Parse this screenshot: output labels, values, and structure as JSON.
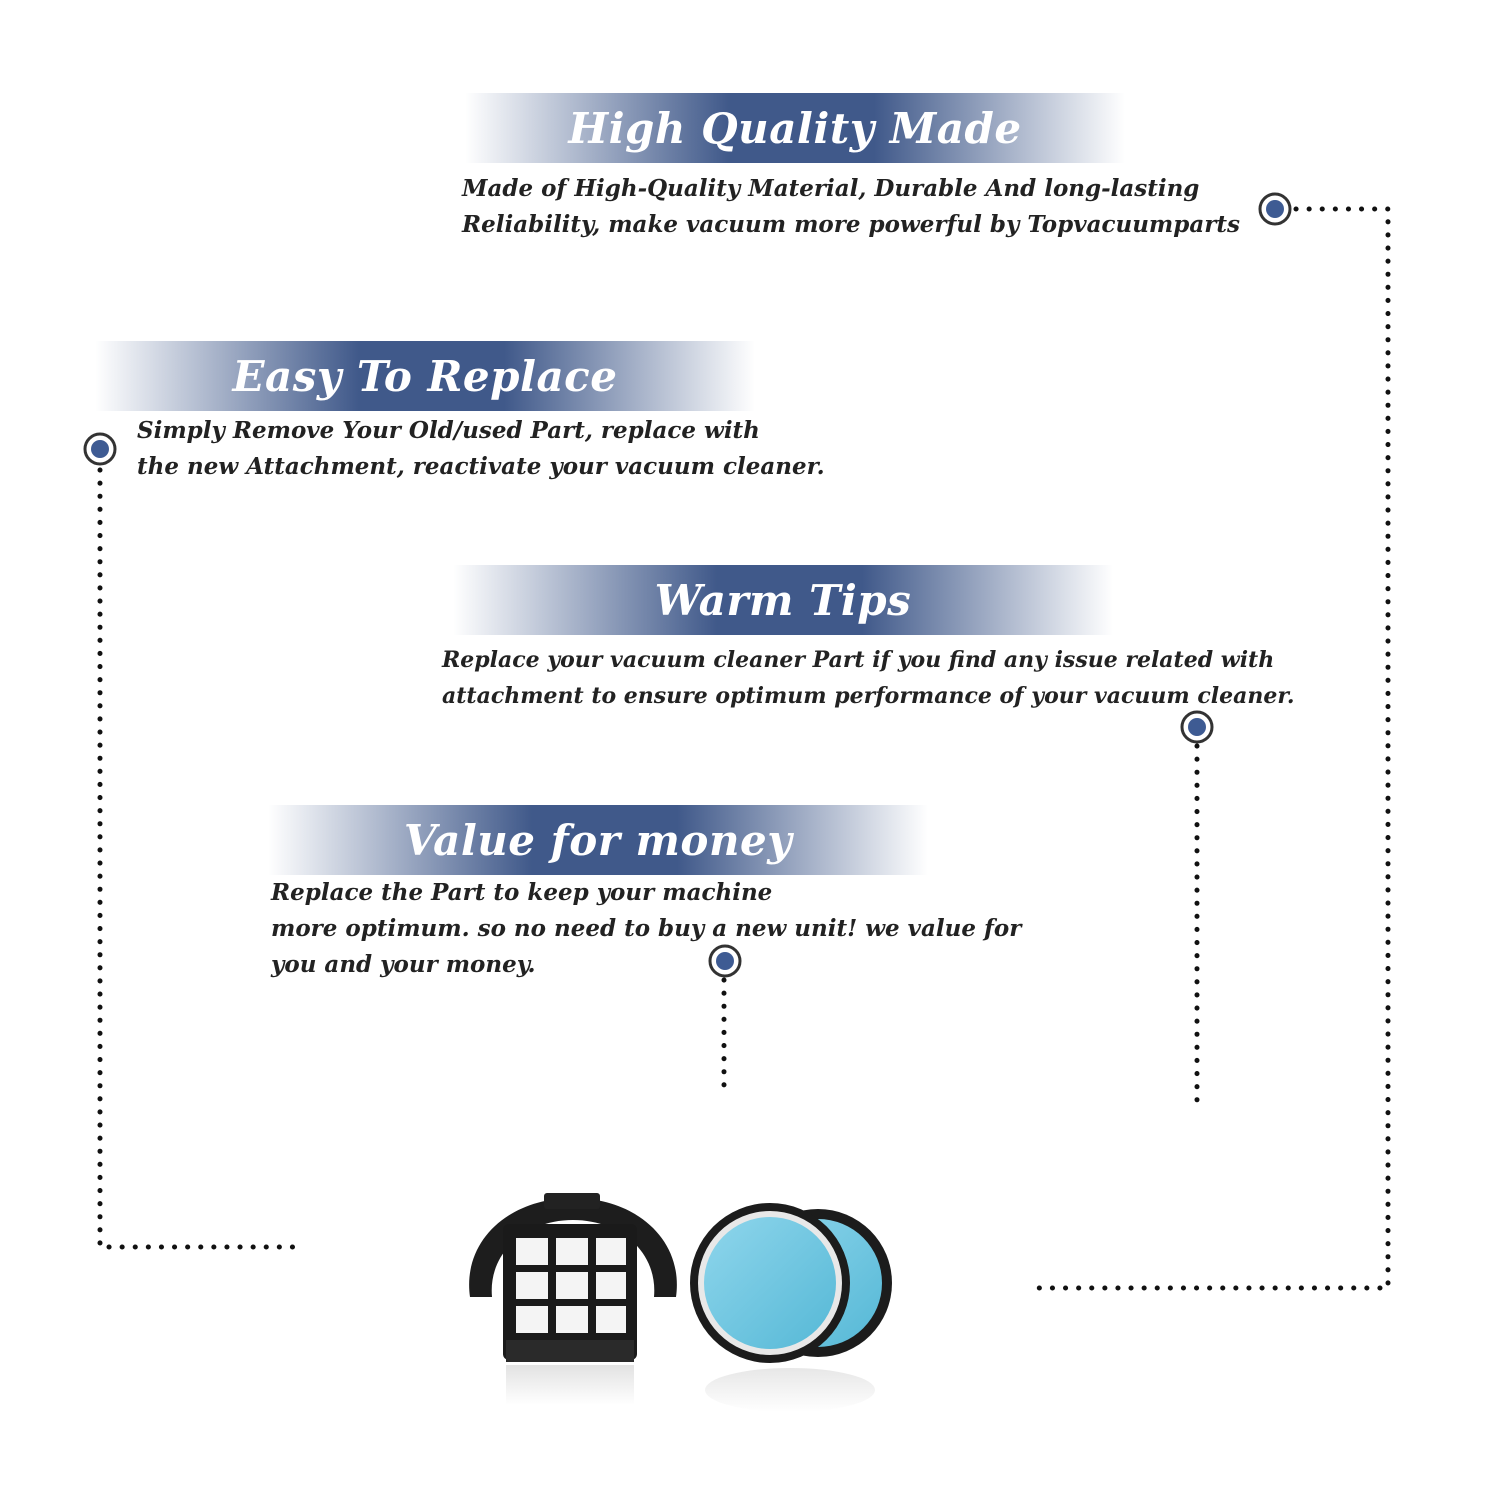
{
  "colors": {
    "banner": "#40598a",
    "text": "#222222",
    "dot": "#111111",
    "marker": "#3e5b93"
  },
  "sections": [
    {
      "title": "High Quality Made",
      "lines": [
        "Made of  High-Quality Material, Durable And long-lasting",
        "Reliability, make vacuum more powerful by Topvacuumparts"
      ]
    },
    {
      "title": "Easy To Replace",
      "lines": [
        "Simply Remove Your Old/used Part, replace with",
        "the new Attachment, reactivate your vacuum cleaner."
      ]
    },
    {
      "title": "Warm Tips",
      "lines": [
        "Replace your vacuum cleaner Part if you find any issue related with",
        " attachment to ensure optimum performance of your vacuum cleaner."
      ]
    },
    {
      "title": "Value for money",
      "lines": [
        "Replace the Part to keep your machine",
        "more optimum. so no need to buy a new unit! we value for",
        "you and your money."
      ]
    }
  ],
  "product": {
    "items": [
      "hepa-filter",
      "foam-filter"
    ]
  }
}
